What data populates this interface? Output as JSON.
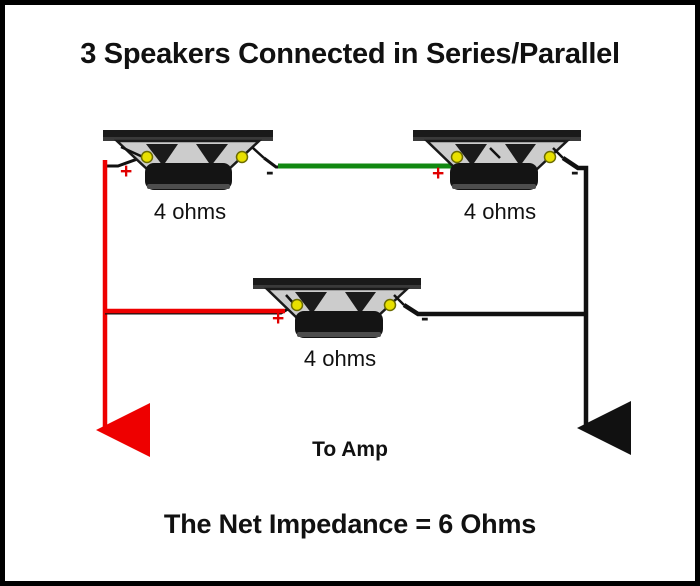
{
  "title": "3 Speakers Connected in Series/Parallel",
  "footer": "The Net Impedance = 6 Ohms",
  "amp_label": "To Amp",
  "colors": {
    "positive_wire": "#ee0000",
    "negative_wire": "#111111",
    "link_wire": "#118811",
    "terminal": "#e8e000",
    "cone": "#cccccc",
    "magnet": "#141414",
    "frame": "#000000",
    "background": "#ffffff"
  },
  "speakers": [
    {
      "id": "speaker-top-left",
      "impedance_label": "4 ohms",
      "plus_label": "+",
      "minus_label": "-",
      "position": "top-left"
    },
    {
      "id": "speaker-top-right",
      "impedance_label": "4 ohms",
      "plus_label": "+",
      "minus_label": "-",
      "position": "top-right"
    },
    {
      "id": "speaker-bottom-center",
      "impedance_label": "4 ohms",
      "plus_label": "+",
      "minus_label": "-",
      "position": "bottom-center"
    }
  ],
  "wires": [
    {
      "id": "wire-positive-bus",
      "color_name": "red",
      "from": "speaker-top-left +",
      "to": "amp positive"
    },
    {
      "id": "wire-positive-branch",
      "color_name": "red",
      "from": "positive bus",
      "to": "speaker-bottom-center +"
    },
    {
      "id": "wire-series-link",
      "color_name": "green",
      "from": "speaker-top-left -",
      "to": "speaker-top-right +"
    },
    {
      "id": "wire-negative-bus",
      "color_name": "black",
      "from": "speaker-top-right -",
      "to": "amp negative"
    },
    {
      "id": "wire-negative-branch",
      "color_name": "black",
      "from": "speaker-bottom-center -",
      "to": "negative bus"
    }
  ]
}
